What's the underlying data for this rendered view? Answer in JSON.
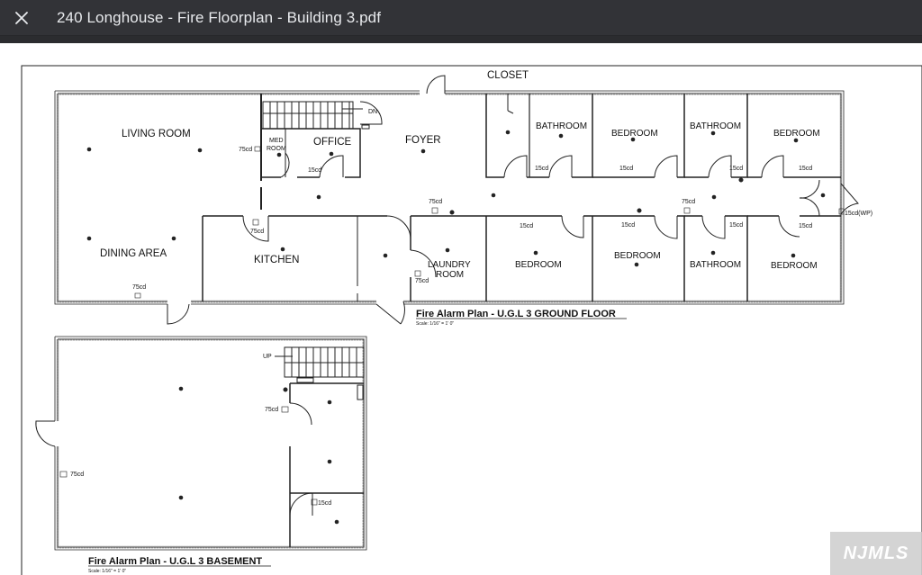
{
  "window": {
    "title": "240 Longhouse - Fire Floorplan - Building 3.pdf",
    "close_icon": "close-icon"
  },
  "ground_floor": {
    "rooms": {
      "closet": "CLOSET",
      "living_room": "LIVING ROOM",
      "med_room_line1": "MED",
      "med_room_line2": "ROOM",
      "office": "OFFICE",
      "foyer": "FOYER",
      "bathroom_1": "BATHROOM",
      "bedroom_1": "BEDROOM",
      "bathroom_2": "BATHROOM",
      "bedroom_2": "BEDROOM",
      "dining_area": "DINING AREA",
      "kitchen": "KITCHEN",
      "laundry_line1": "LAUNDRY",
      "laundry_line2": "ROOM",
      "bedroom_3": "BEDROOM",
      "bedroom_4": "BEDROOM",
      "bathroom_3": "BATHROOM",
      "bedroom_5": "BEDROOM"
    },
    "stair_label": "DN",
    "notes": {
      "med_75cd": "75cd",
      "office_15cd": "15cd",
      "bath1_15cd": "15cd",
      "bed1_15cd": "15cd",
      "bath2_15cd": "15cd",
      "bed2_15cd": "15cd",
      "corr_75cd_a": "75cd",
      "corr_75cd_b": "75cd",
      "kitchen_75cd": "75cd",
      "laundry_75cd": "75cd",
      "bed3_15cd": "15cd",
      "bed4_15cd": "15cd",
      "bath3_15cd": "15cd",
      "bed5_15cd": "15cd",
      "ext_15cd_wp": "15cd(WP)",
      "dining_75cd": "75cd"
    },
    "caption": "Fire Alarm Plan - U.G.L 3 GROUND FLOOR",
    "scale": "Scale: 1/16\" = 1' 0\""
  },
  "basement": {
    "stair_label": "UP",
    "notes": {
      "left_75cd": "75cd",
      "mid_75cd": "75cd",
      "room_15cd": "15cd"
    },
    "caption": "Fire Alarm Plan - U.G.L 3 BASEMENT",
    "scale": "Scale: 1/16\" = 1' 0\""
  },
  "watermark": {
    "text": "NJMLS"
  }
}
